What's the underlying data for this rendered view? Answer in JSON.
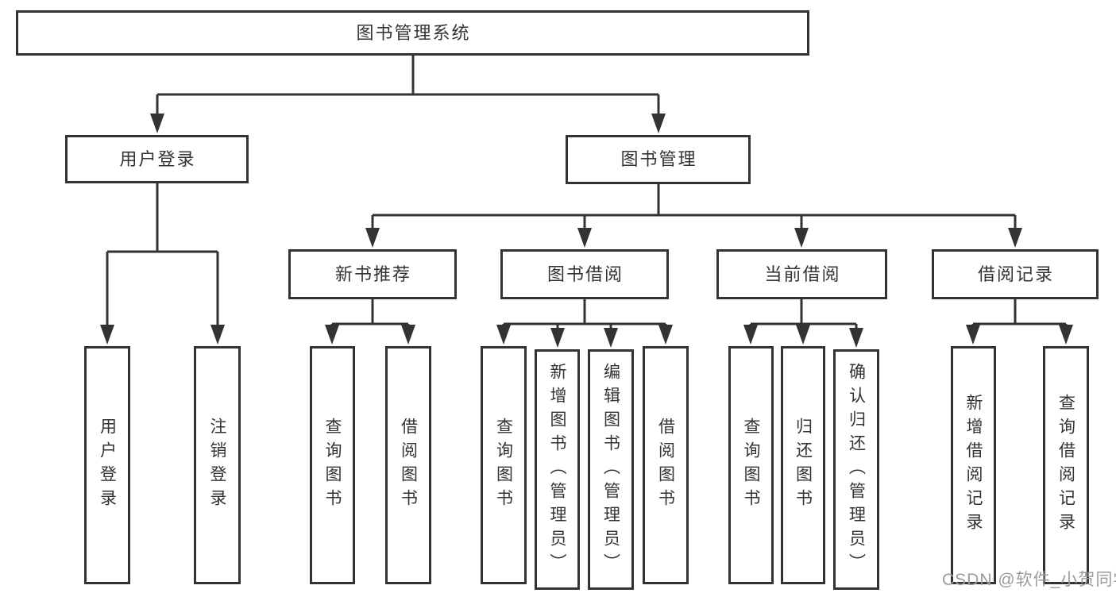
{
  "diagram": {
    "root": "图书管理系统",
    "level2": {
      "user_login": "用户登录",
      "book_mgmt": "图书管理"
    },
    "level3": {
      "new_books": "新书推荐",
      "book_borrow": "图书借阅",
      "current_borrow": "当前借阅",
      "borrow_records": "借阅记录"
    },
    "leaves": {
      "ul_login": "用户登录",
      "ul_logout": "注销登录",
      "nb_query": "查询图书",
      "nb_borrow": "借阅图书",
      "bb_query": "查询图书",
      "bb_add": "新增图书（管理员）",
      "bb_edit": "编辑图书（管理员）",
      "bb_borrow": "借阅图书",
      "cb_query": "查询图书",
      "cb_return": "归还图书",
      "cb_confirm": "确认归还（管理员）",
      "br_add": "新增借阅记录",
      "br_query": "查询借阅记录"
    }
  },
  "watermark": "CSDN @软件_小贺同学",
  "colors": {
    "line": "#333333",
    "text": "#333333",
    "watermark": "#9b9b9b",
    "background": "#ffffff"
  }
}
